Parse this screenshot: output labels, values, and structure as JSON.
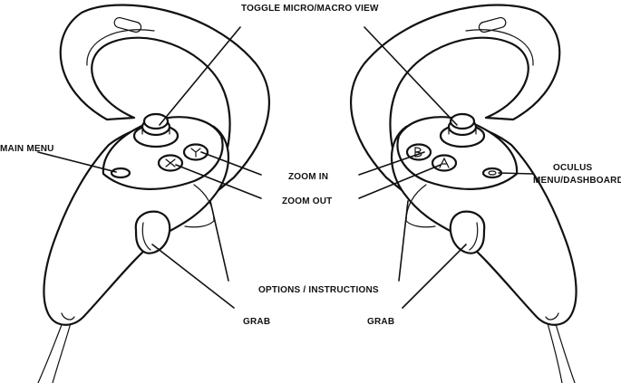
{
  "labels": {
    "toggle_view": "TOGGLE MICRO/MACRO VIEW",
    "main_menu": "MAIN MENU",
    "zoom_in": "ZOOM IN",
    "zoom_out": "ZOOM OUT",
    "options": "OPTIONS / INSTRUCTIONS",
    "grab_left": "GRAB",
    "grab_right": "GRAB",
    "oculus_line1": "OCULUS",
    "oculus_line2": "MENU/DASHBOARD"
  },
  "colors": {
    "line": "#111111",
    "background": "#ffffff"
  },
  "icons": {
    "left_controller": "vr-left-controller-icon",
    "right_controller": "vr-right-controller-icon"
  }
}
